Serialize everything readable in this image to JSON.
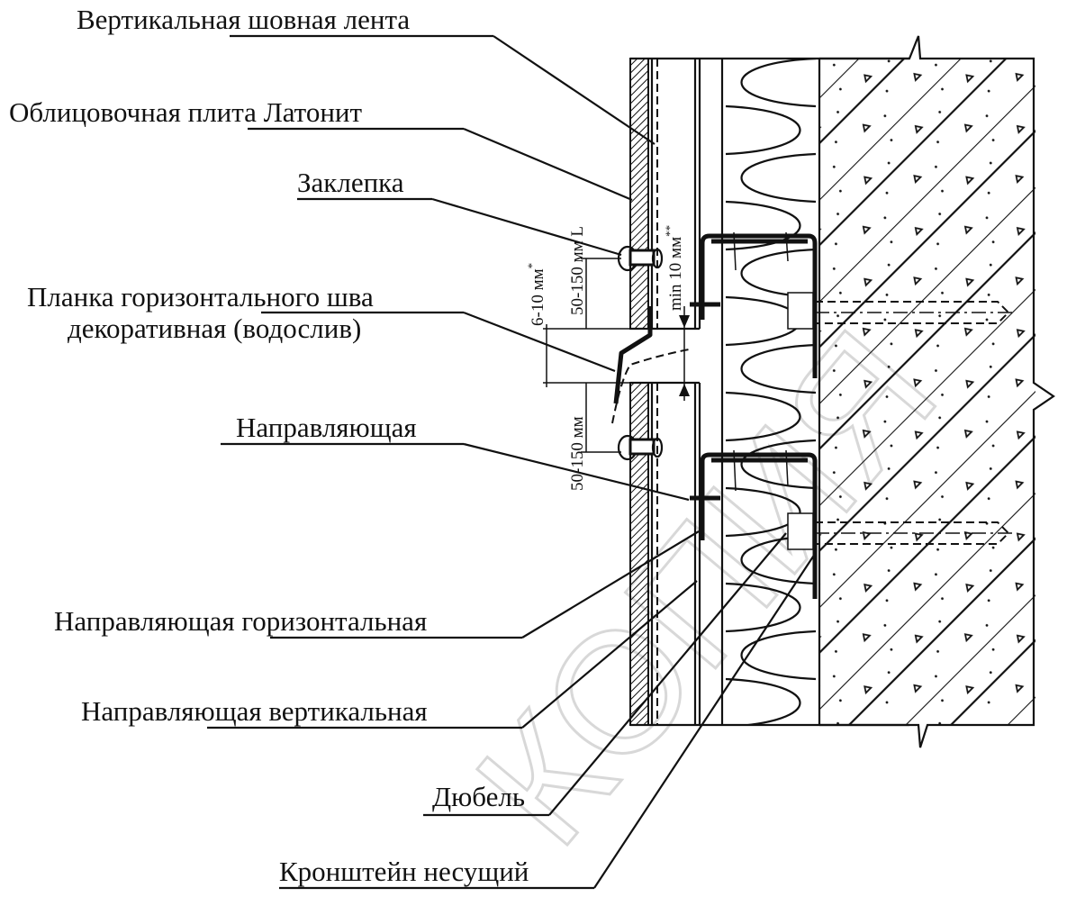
{
  "labels": {
    "vertical_seam_tape": "Вертикальная шовная лента",
    "facing_panel": "Облицовочная плита  Латонит",
    "rivet": "Заклепка",
    "horizontal_joint_strip_line1": "Планка горизонтального шва",
    "horizontal_joint_strip_line2": "декоративная (водослив)",
    "guide": "Направляющая",
    "horizontal_guide": "Направляющая горизонтальная",
    "vertical_guide": "Направляющая вертикальная",
    "dowel": "Дюбель",
    "bracket": "Кронштейн несущий"
  },
  "dimensions": {
    "gap": "6-10 мм",
    "gap_note": "*",
    "upper_rivet_distance": "50-150 мм L",
    "lower_rivet_distance": "50-150 мм",
    "min_clearance": "min 10 мм",
    "min_clearance_note": "**"
  },
  "watermark": "КОПИЯ"
}
